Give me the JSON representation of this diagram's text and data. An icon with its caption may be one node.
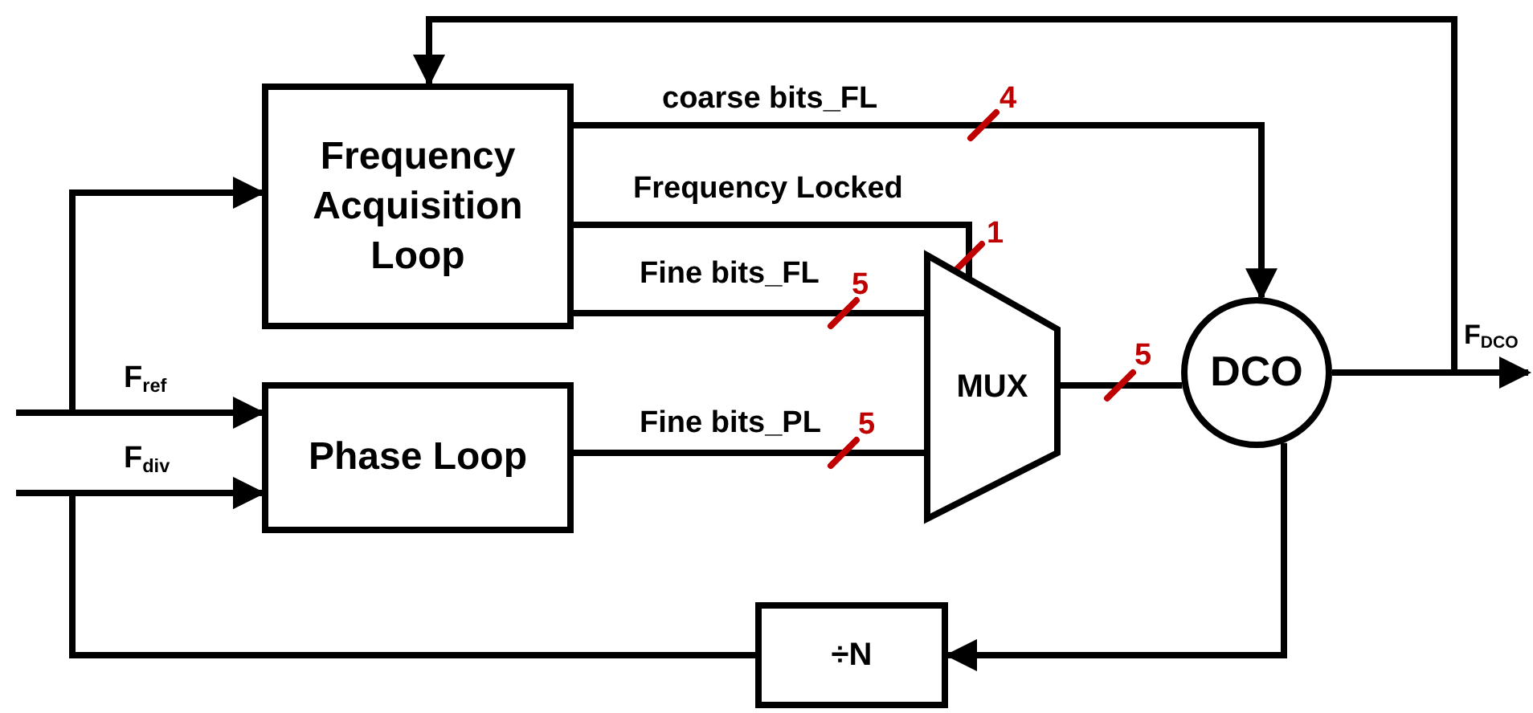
{
  "diagram": {
    "nodes": [
      {
        "text": [
          "Frequency Acquisition Loop"
        ]
      },
      {
        "text": [
          "Phase Loop"
        ]
      },
      {
        "text": [
          "MUX"
        ]
      },
      {
        "text": [
          "DCO"
        ]
      },
      {
        "text": [
          "÷N"
        ]
      }
    ],
    "edges": [
      {
        "from": null,
        "to": 1,
        "arrow": "to",
        "label": "F$_{ref}$"
      },
      {
        "from": null,
        "to": 0,
        "arrow": "to"
      },
      {
        "from": null,
        "to": 1,
        "arrow": "to",
        "label": "F$_{div}$"
      },
      {
        "from": 4,
        "to": 1,
        "arrow": "to"
      },
      {
        "from": 0,
        "to": 3,
        "arrow": "to",
        "label": "coarse bits_FL"
      },
      {
        "from": 0,
        "to": 2,
        "arrow": "none",
        "label": "Frequency Locked"
      },
      {
        "from": 0,
        "to": 2,
        "arrow": "none",
        "label": "Fine bits_FL"
      },
      {
        "from": 1,
        "to": 2,
        "arrow": "none",
        "label": "Fine bits_PL"
      },
      {
        "from": 2,
        "to": 3,
        "arrow": "none"
      },
      {
        "from": 3,
        "to": null,
        "arrow": "to",
        "label": "F$_{DCO}$"
      },
      {
        "from": 3,
        "to": 0,
        "arrow": "to"
      },
      {
        "from": 3,
        "to": 4,
        "arrow": "to"
      }
    ],
    "labels": [
      "4",
      "1",
      "5",
      "5",
      "5"
    ]
  }
}
